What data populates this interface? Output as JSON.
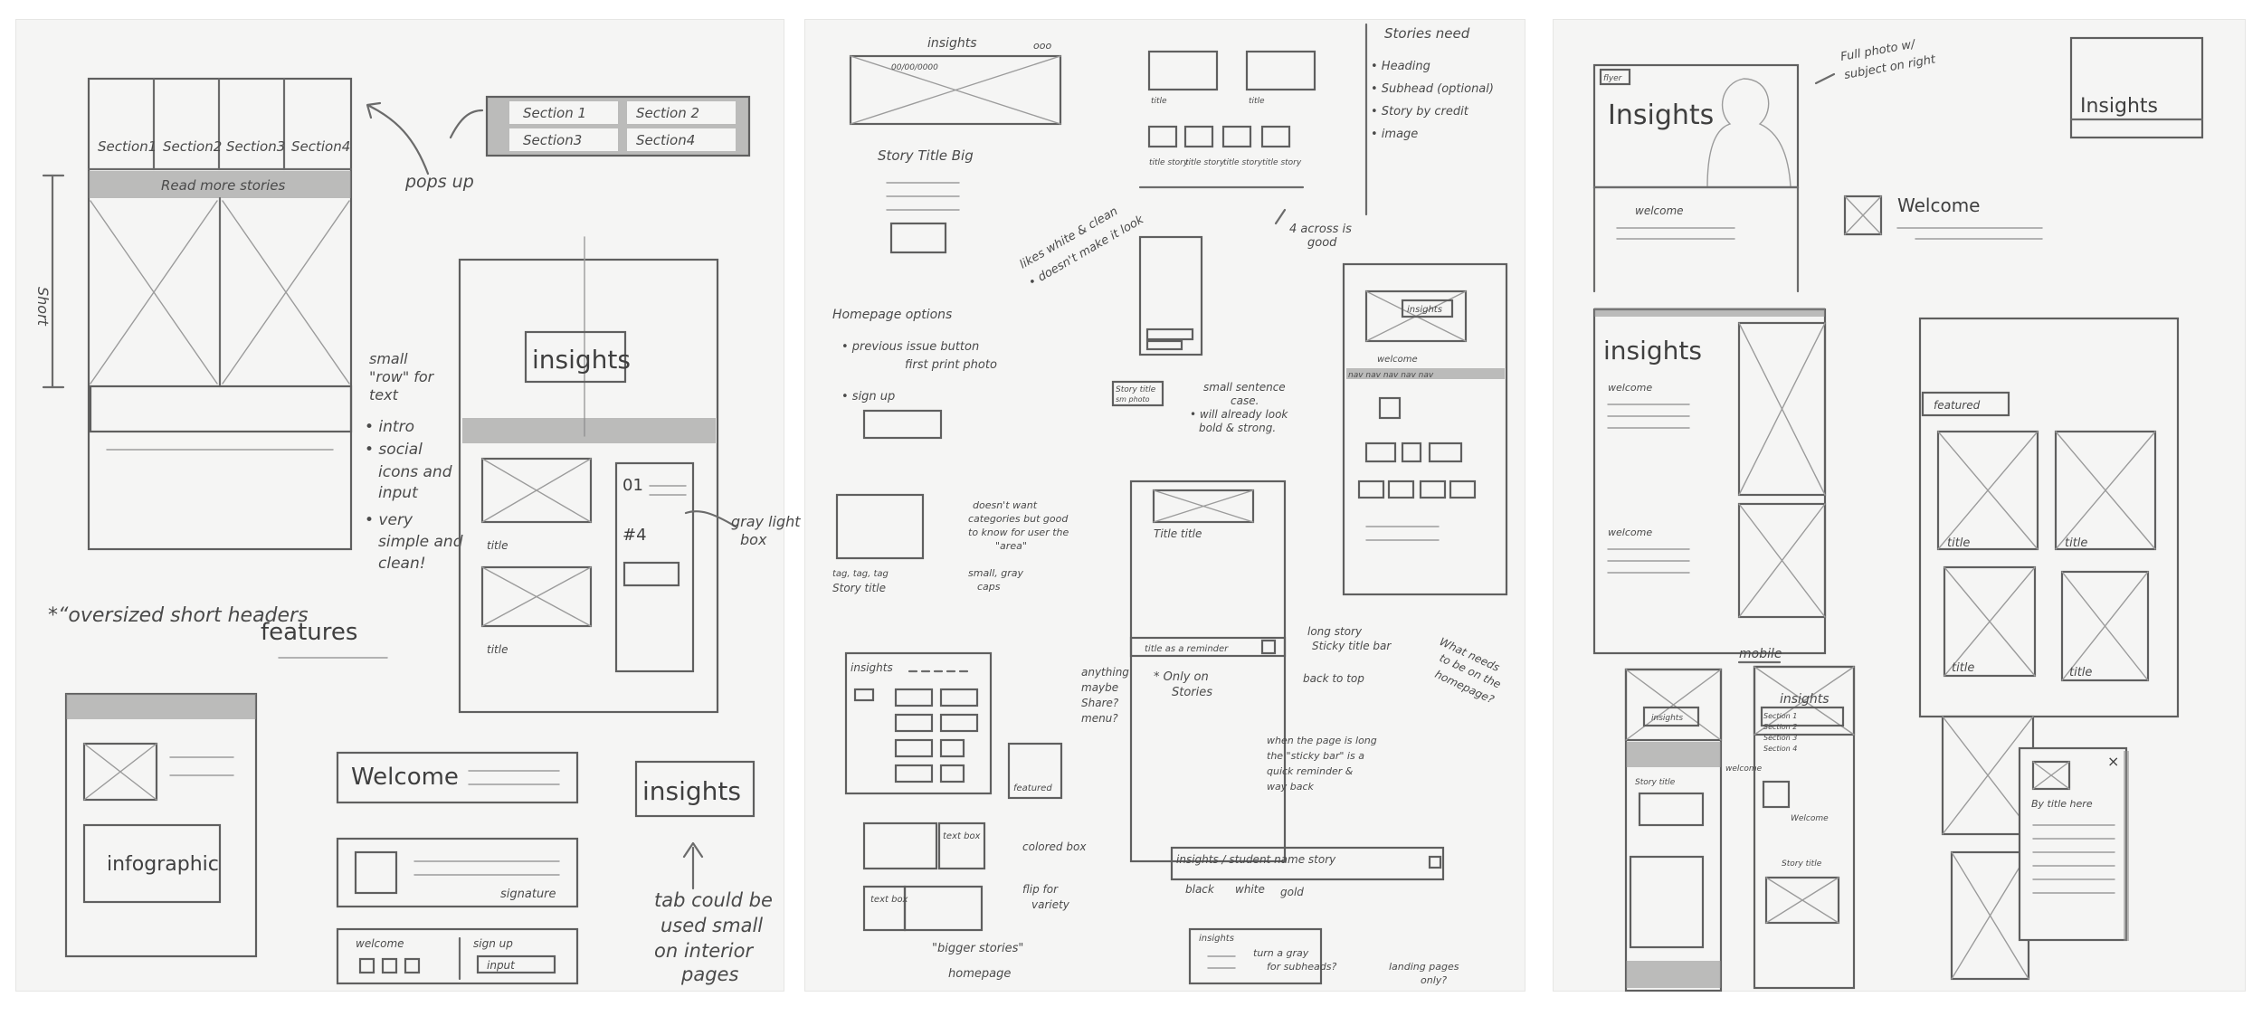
{
  "sheet1": {
    "nav_sections": [
      "Section1",
      "Section2",
      "Section3",
      "Section4"
    ],
    "read_more": "Read more stories",
    "pops_up": "pops up",
    "popup_sections": [
      "Section 1",
      "Section 2",
      "Section3",
      "Section4"
    ],
    "short": "Short",
    "small_row": [
      "small",
      "\"row\" for",
      "text"
    ],
    "bullets": [
      "• intro",
      "• social",
      "icons and",
      "input",
      "• very",
      "simple and",
      "clean!"
    ],
    "insights_center": "insights",
    "no_label": "01",
    "no_4": "#4",
    "gray_box": [
      "gray light",
      "box"
    ],
    "title_label": "title",
    "oversized": "*“oversized short headers",
    "features": "features",
    "infographic": "infographic",
    "welcome": "Welcome",
    "signature": "signature",
    "welcome_small": "welcome",
    "sign_up": "sign up",
    "input": "input",
    "insights_tab": "insights",
    "tab_note": [
      "tab could be",
      "used small",
      "on interior",
      "pages"
    ]
  },
  "sheet2": {
    "header_insights": "insights",
    "header_meta": "00/00/0000",
    "story_title": "Story Title Big",
    "stories_need_title": "Stories need",
    "stories_need_items": [
      "• Heading",
      "• Subhead (optional)",
      "• Story by credit",
      "• image"
    ],
    "grid_labels": [
      "title",
      "title",
      "title story",
      "title story",
      "title story",
      "title story"
    ],
    "across_note": [
      "4 across is",
      "good"
    ],
    "likes_note": [
      "likes white & clean",
      "• doesn't make it look"
    ],
    "homepage_options": "Homepage options",
    "hp_items": [
      "• previous issue button",
      "first print photo",
      "• sign up"
    ],
    "story_title_box": [
      "Story title",
      "sm photo"
    ],
    "sentence_note": [
      "small sentence",
      "case.",
      "• will already look",
      "bold & strong."
    ],
    "insights_right": "insights",
    "welcome_right": "welcome",
    "nav_right": "nav nav nav nav nav",
    "categories_note": [
      "doesn't want",
      "categories but good",
      "to know for user the",
      "\"area\""
    ],
    "tag_line": "tag, tag, tag",
    "story_title_small": "Story title",
    "small_gray": [
      "small, gray",
      "caps"
    ],
    "title_title": "Title title",
    "sticky_bar": "title as a reminder",
    "only_on": [
      "* Only on",
      "Stories"
    ],
    "anything": [
      "anything",
      "maybe",
      "Share?",
      "menu?"
    ],
    "long_story": [
      "long story",
      "Sticky title bar"
    ],
    "back_top": "back to top",
    "sticky_note": [
      "when the page is long",
      "the \"sticky bar\" is a",
      "quick reminder &",
      "way back"
    ],
    "needs_note": [
      "What needs",
      "to be on the",
      "homepage?"
    ],
    "insights_small": "insights",
    "featured": "featured",
    "colored_box": "colored box",
    "text_box": "text box",
    "flip_note": [
      "flip for",
      "variety"
    ],
    "bigger_stories": "\"bigger stories\"",
    "homepage": "homepage",
    "insights_bar": "insights / student name story",
    "bw_gold": [
      "black",
      "white",
      "gold"
    ],
    "insights_bottom": "insights",
    "bottom_note": [
      "turn a gray",
      "for subheads?"
    ],
    "landing_note": [
      "landing pages",
      "only?"
    ]
  },
  "sheet3": {
    "flag": "flyer",
    "insights_hero": "Insights",
    "hero_note": [
      "Full photo w/",
      "subject on right"
    ],
    "welcome_hero": "welcome",
    "insights_tab": "Insights",
    "welcome_icon": "Welcome",
    "insights_left": "insights",
    "welcome_left": "welcome",
    "featured": "featured",
    "title_labels": [
      "title",
      "title",
      "title",
      "title"
    ],
    "mobile": "mobile",
    "insights_mobile1": "insights",
    "insights_mobile2": "insights",
    "mobile_menu": [
      "Section 1",
      "Section 2",
      "Section 3",
      "Section 4"
    ],
    "welcome_m": "welcome",
    "story_title_m": "Story title",
    "welcome_m2": "Welcome",
    "story_title_m2": "Story title",
    "close": "×",
    "popup_title": "By title here"
  }
}
